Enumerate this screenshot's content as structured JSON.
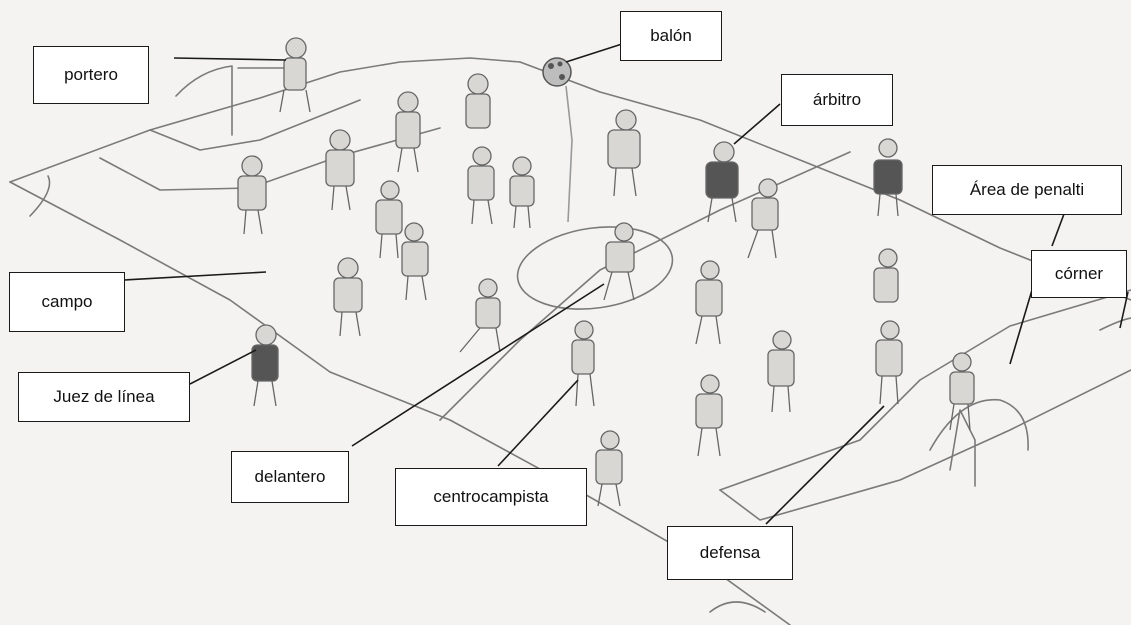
{
  "diagram": {
    "labels": {
      "portero": "portero",
      "balon": "balón",
      "arbitro": "árbitro",
      "area_penalti": "Área de penalti",
      "corner": "córner",
      "campo": "campo",
      "juez_de_linea": "Juez de línea",
      "delantero": "delantero",
      "centrocampista": "centrocampista",
      "defensa": "defensa"
    },
    "colors": {
      "paper": "#f4f3f1",
      "pencil": "#6e6e6e",
      "label_border": "#1a1a1a"
    }
  }
}
